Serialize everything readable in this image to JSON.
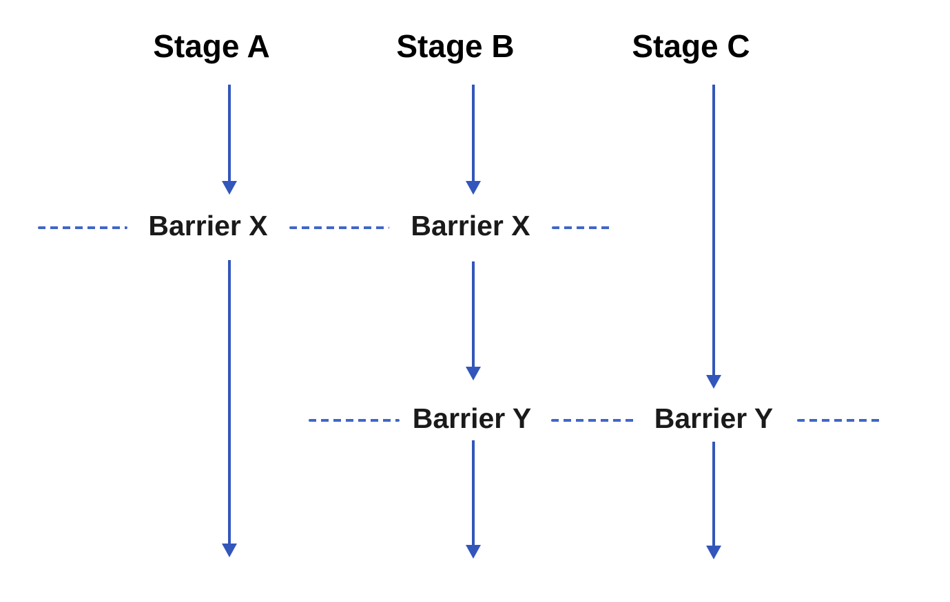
{
  "diagram": {
    "stages": [
      {
        "label": "Stage A"
      },
      {
        "label": "Stage B"
      },
      {
        "label": "Stage C"
      }
    ],
    "barrier_rows": [
      {
        "name": "barrier-x-row",
        "labels": [
          "Barrier X",
          "Barrier X"
        ]
      },
      {
        "name": "barrier-y-row",
        "labels": [
          "Barrier Y",
          "Barrier Y"
        ]
      }
    ],
    "colors": {
      "arrow": "#3356bb",
      "dash": "#4066c8",
      "stage_text": "#000000",
      "barrier_text": "#1a1a1a"
    }
  }
}
